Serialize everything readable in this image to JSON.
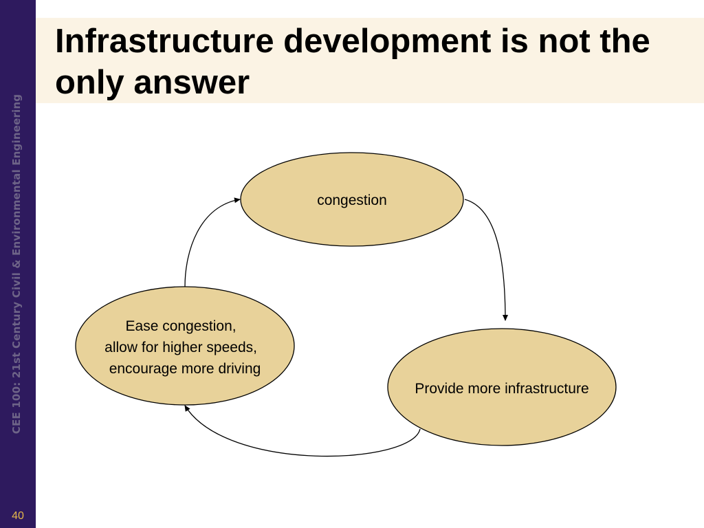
{
  "slide": {
    "title": "Infrastructure development is not the only answer",
    "sidebar_text": "CEE 100: 21st Century Civil & Environmental Engineering",
    "slide_number": "40"
  },
  "diagram": {
    "nodes": {
      "congestion": {
        "lines": [
          "congestion"
        ]
      },
      "ease": {
        "lines": [
          "Ease congestion,",
          "allow for higher speeds,",
          "encourage more driving"
        ]
      },
      "infrastructure": {
        "lines": [
          "Provide more infrastructure"
        ]
      }
    },
    "edges": [
      {
        "from": "congestion",
        "to": "infrastructure"
      },
      {
        "from": "infrastructure",
        "to": "ease"
      },
      {
        "from": "ease",
        "to": "congestion"
      }
    ]
  },
  "colors": {
    "sidebar": "#2e1a5e",
    "title_band": "#fbf3e4",
    "node_fill": "#e8d29a",
    "node_stroke": "#000000",
    "slide_number": "#e6b84a"
  }
}
